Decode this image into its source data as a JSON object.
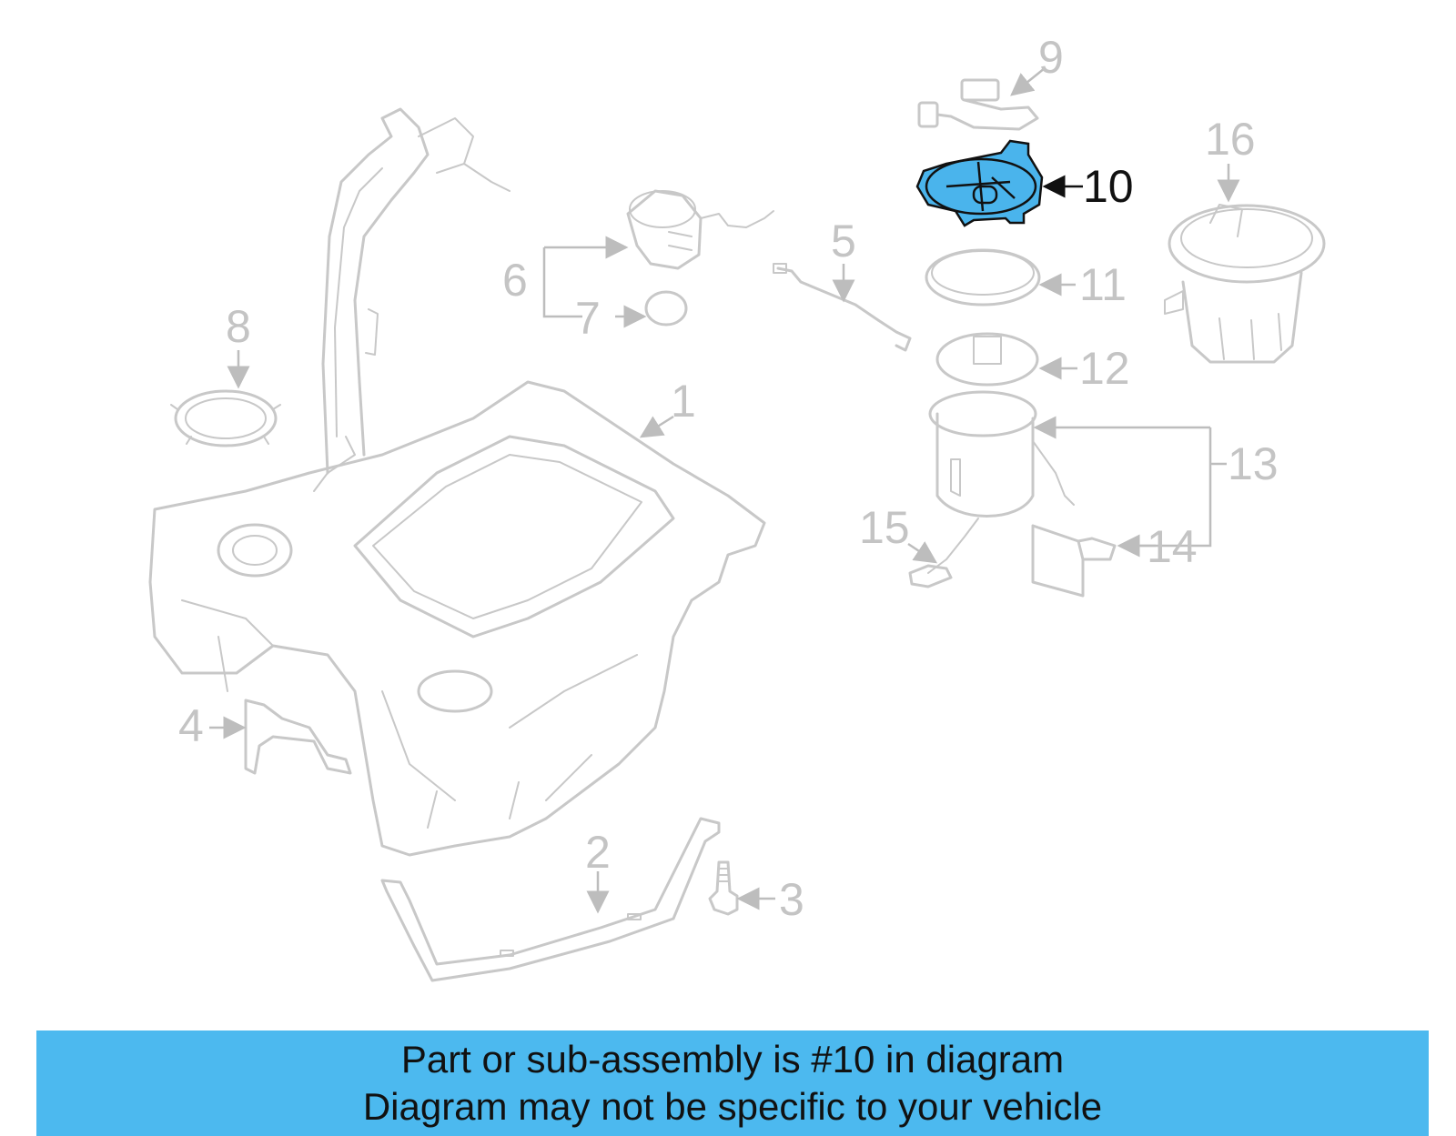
{
  "highlight_color": "#4cb9ef",
  "callouts": {
    "c1": "1",
    "c2": "2",
    "c3": "3",
    "c4": "4",
    "c5": "5",
    "c6": "6",
    "c7": "7",
    "c8": "8",
    "c9": "9",
    "c10": "10",
    "c11": "11",
    "c12": "12",
    "c13": "13",
    "c14": "14",
    "c15": "15",
    "c16": "16"
  },
  "highlighted_part": "10",
  "banner": {
    "line1": "Part or sub-assembly is #10 in diagram",
    "line2": "Diagram may not be specific to your vehicle"
  }
}
